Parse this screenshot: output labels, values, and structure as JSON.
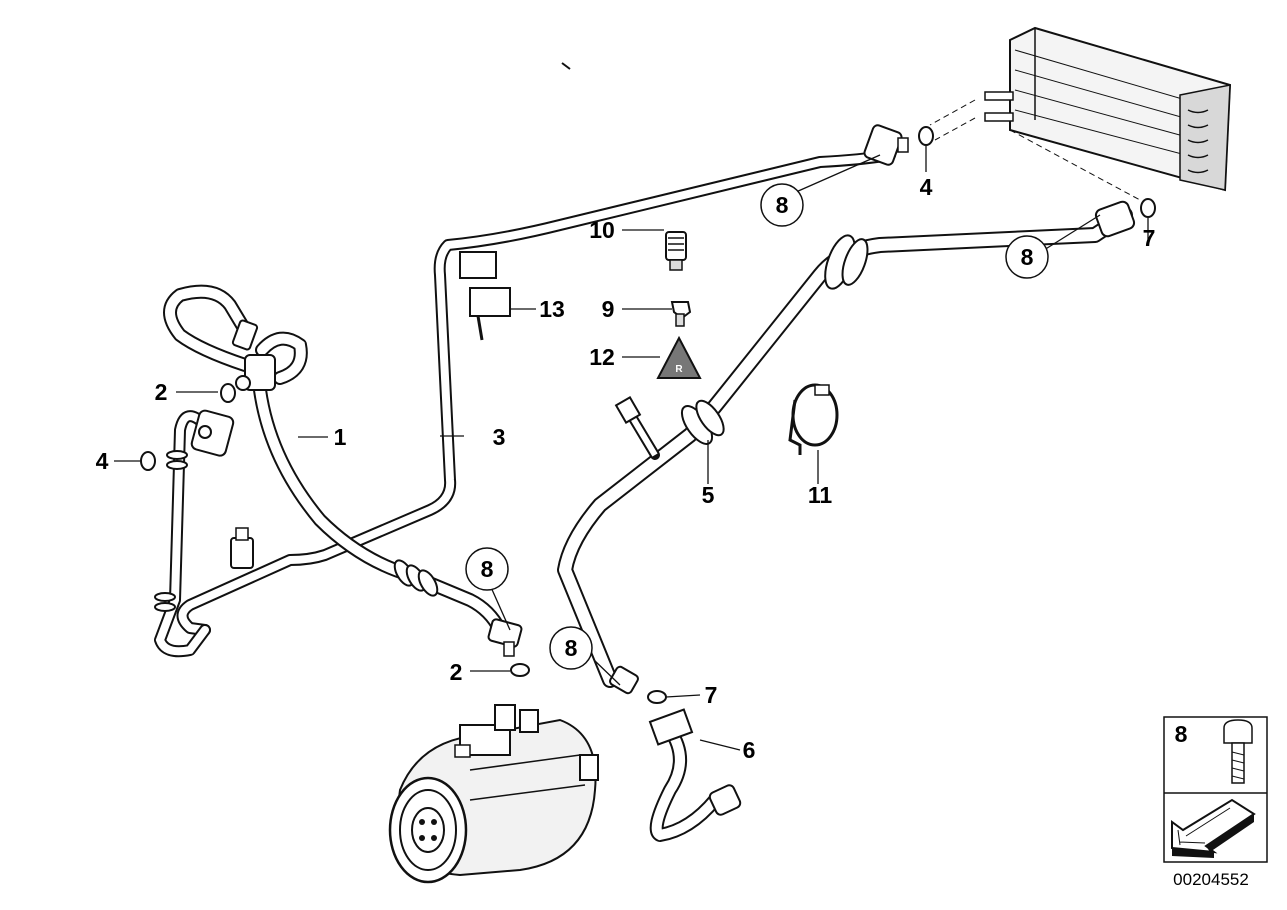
{
  "callouts": {
    "c1": "1",
    "c2a": "2",
    "c2b": "2",
    "c3": "3",
    "c4a": "4",
    "c4b": "4",
    "c5": "5",
    "c6": "6",
    "c7a": "7",
    "c7b": "7",
    "c8a": "8",
    "c8b": "8",
    "c8c": "8",
    "c8d": "8",
    "c9": "9",
    "c10": "10",
    "c11": "11",
    "c12": "12",
    "c13": "13"
  },
  "legend": {
    "bolt_number": "8"
  },
  "diagram_code": "00204552",
  "icon_names": [
    "evaporator-icon",
    "compressor-icon",
    "bolt-icon",
    "direction-arrow-icon",
    "pressure-switch-icon",
    "valve-icon",
    "warning-triangle-icon",
    "clamp-icon",
    "bracket-icon"
  ],
  "colors": {
    "line": "#111111",
    "background": "#ffffff"
  }
}
